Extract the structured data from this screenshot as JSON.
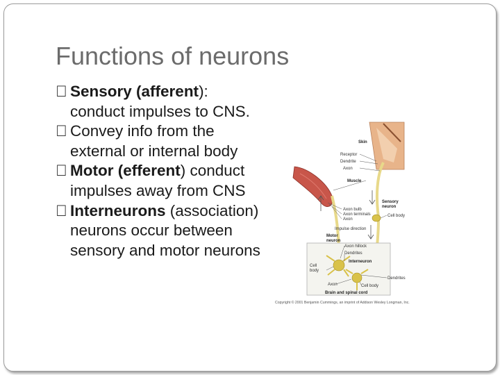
{
  "slide": {
    "title": "Functions of neurons",
    "bullets": [
      {
        "marker": "",
        "bold": "Sensory (afferent",
        "rest": "): conduct impulses to CNS."
      },
      {
        "marker": "",
        "bold": "",
        "rest": "Convey info from the external or internal body"
      },
      {
        "marker": "",
        "bold": "Motor (efferent",
        "rest": ") conduct impulses away from CNS"
      },
      {
        "marker": "",
        "bold": "Interneurons",
        "rest": " (association) neurons occur between sensory and motor neurons"
      }
    ]
  },
  "figure": {
    "labels": {
      "skin": "Skin",
      "receptor": "Receptor",
      "dendrite": "Dendrite",
      "axon": "Axon",
      "muscle": "Muscle",
      "sensory_neuron_1": "Sensory",
      "sensory_neuron_2": "neuron",
      "axon_bulb": "Axon bulb",
      "axon_terminals": "Axon terminals",
      "axon_2": "Axon",
      "cell_body": "Cell body",
      "impulse_direction": "Impulse direction",
      "motor_neuron_1": "Motor",
      "motor_neuron_2": "neuron",
      "axon_hillock": "Axon hillock",
      "dendrites": "Dendrites",
      "interneuron": "Interneuron",
      "cell_1": "Cell",
      "body_1": "body",
      "axon_3": "Axon",
      "dendrites_2": "Dendrites",
      "cell_body_2": "Cell body",
      "brain_spinal_cord": "Brain and spinal cord"
    },
    "copyright": "Copyright © 2001 Benjamin Cummings, an imprint of Addison Wesley Longman, Inc."
  },
  "colors": {
    "title": "#6b6b6b",
    "text": "#1a1a1a",
    "nerve": "#e8d98a",
    "muscle": "#c8564a",
    "skin": "#e8b48a",
    "cell": "#d9c24a"
  }
}
